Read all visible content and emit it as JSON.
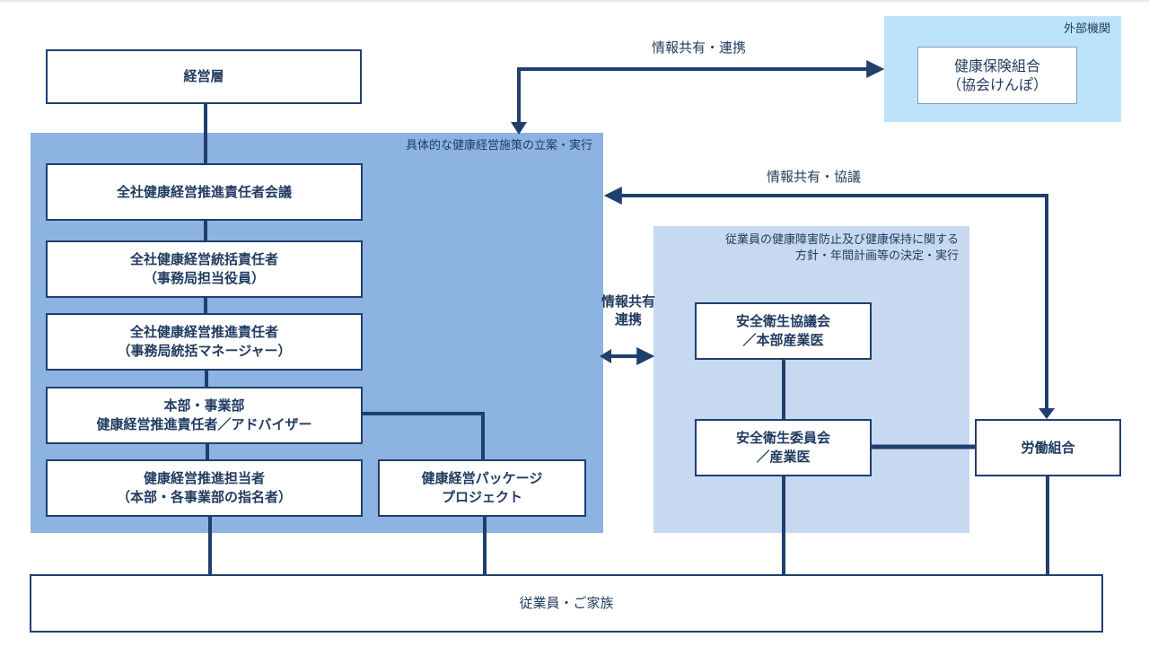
{
  "colors": {
    "line": "#1f3f6e",
    "main_panel": "#8db3e2",
    "safety_panel": "#c6d9f0",
    "external_panel": "#bde3fa",
    "text": "#1f3a5f"
  },
  "management": {
    "label": "経営層"
  },
  "main_panel": {
    "label": "具体的な健康経営施策の立案・実行",
    "boxes": [
      {
        "lines": [
          "全社健康経営推進責任者会議"
        ]
      },
      {
        "lines": [
          "全社健康経営統括責任者",
          "（事務局担当役員）"
        ]
      },
      {
        "lines": [
          "全社健康経営推進責任者",
          "（事務局統括マネージャー）"
        ]
      },
      {
        "lines": [
          "本部・事業部",
          "健康経営推進責任者／アドバイザー"
        ]
      },
      {
        "lines": [
          "健康経営推進担当者",
          "（本部・各事業部の指名者）"
        ]
      },
      {
        "lines": [
          "健康経営パッケージ",
          "プロジェクト"
        ]
      }
    ]
  },
  "external_panel": {
    "label": "外部機関",
    "box": {
      "lines": [
        "健康保険組合",
        "（協会けんぽ）"
      ]
    }
  },
  "safety_panel": {
    "label_lines": [
      "従業員の健康障害防止及び健康保持に関する",
      "方針・年間計画等の決定・実行"
    ],
    "boxes": [
      {
        "lines": [
          "安全衛生協議会",
          "／本部産業医"
        ]
      },
      {
        "lines": [
          "安全衛生委員会",
          "／産業医"
        ]
      }
    ]
  },
  "labor_union": {
    "label": "労働組合"
  },
  "employees": {
    "label": "従業員・ご家族"
  },
  "flows": {
    "external": "情報共有・連携",
    "union": "情報共有・協議",
    "safety_lines": [
      "情報共有",
      "連携"
    ]
  }
}
